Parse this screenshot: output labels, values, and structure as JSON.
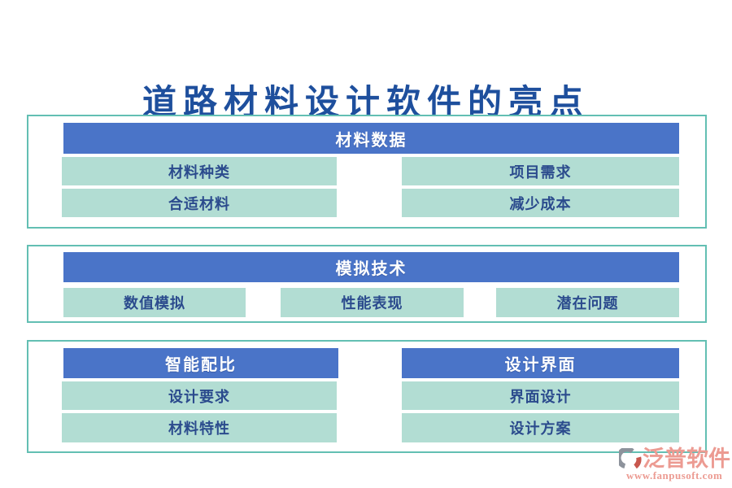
{
  "title": "道路材料设计软件的亮点",
  "sections": [
    {
      "header": "材料数据",
      "items": [
        "材料种类",
        "项目需求",
        "合适材料",
        "减少成本"
      ]
    },
    {
      "header": "模拟技术",
      "items": [
        "数值模拟",
        "性能表现",
        "潜在问题"
      ]
    },
    {
      "groups": [
        {
          "header": "智能配比",
          "items": [
            "设计要求",
            "材料特性"
          ]
        },
        {
          "header": "设计界面",
          "items": [
            "界面设计",
            "设计方案"
          ]
        }
      ]
    }
  ],
  "footer": {
    "brand": "泛普软件",
    "url": "www.fanpusoft.com"
  },
  "colors": {
    "header_bg": "#4a74c8",
    "item_bg": "#b2ddd3",
    "section_border": "#63bfb3",
    "title_text": "#1e4f9d",
    "item_text": "#2b4b8d",
    "logo_salmon": "#ec9b92",
    "logo_gray": "#8d939c",
    "logo_red": "#c8574e"
  }
}
